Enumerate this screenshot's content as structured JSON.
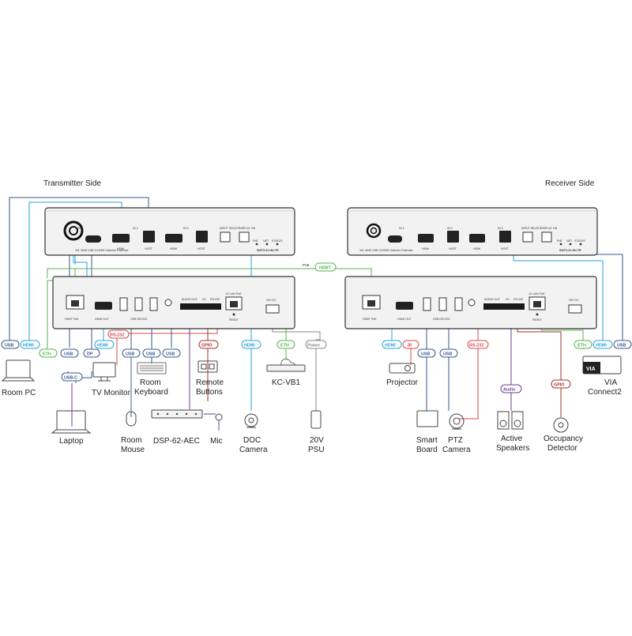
{
  "sides": {
    "transmitter": "Transmitter Side",
    "receiver": "Receiver Side"
  },
  "devices": {
    "tx_model": "SWT3-31-HU-TR",
    "rx_model": "SWT3-31-HU-TR",
    "tx_front_desc": "3x1 4K60 USB-C/HDMI Switcher Extender",
    "rx_front_desc": "3x1 4K60 USB-C/HDMI Switcher Extender",
    "in1": "IN 1",
    "in2": "IN 2",
    "in3": "IN 3",
    "hdmi": "HDMI",
    "host": "HOST",
    "input_select": "INPUT SELECT",
    "display_on": "DISPLAY ON",
    "poe": "PoE",
    "net": "NET",
    "status": "STATUS",
    "hdbt_poe": "HDBT PoE",
    "hdmi_out": "HDMI OUT",
    "usb_device": "USB DEVICE",
    "audio_out": "AUDIO OUT",
    "io": "I/O",
    "rs232": "RS-232",
    "lan": "1G LAN PoE",
    "reset": "RESET",
    "dc": "20V DC"
  },
  "link": {
    "poe": "PoE",
    "hdbt": "HDBT"
  },
  "tags": {
    "usb": "USB",
    "hdmi": "HDMI",
    "eth": "ETH",
    "dp": "DP",
    "usbc": "USB-C",
    "rs232": "RS-232",
    "gpio": "GPIO",
    "power": "Power",
    "ir": "IR",
    "audio": "Audio"
  },
  "labels": {
    "room_pc": "Room PC",
    "laptop": "Laptop",
    "tv_monitor": "TV Monitor",
    "room_keyboard_1": "Room",
    "room_keyboard_2": "Keyboard",
    "room_mouse_1": "Room",
    "room_mouse_2": "Mouse",
    "dsp": "DSP-62-AEC",
    "mic": "Mic",
    "remote_buttons_1": "Remote",
    "remote_buttons_2": "Buttons",
    "doc_camera_1": "DOC",
    "doc_camera_2": "Camera",
    "kc_vb1": "KC-VB1",
    "psu_1": "20V",
    "psu_2": "PSU",
    "projector": "Projector",
    "smart_board_1": "Smart",
    "smart_board_2": "Board",
    "ptz_camera_1": "PTZ",
    "ptz_camera_2": "Camera",
    "active_speakers_1": "Active",
    "active_speakers_2": "Speakers",
    "occupancy_1": "Occupancy",
    "occupancy_2": "Detector",
    "via_1": "VIA",
    "via_2": "Connect2",
    "via_badge": "VIA"
  },
  "colors": {
    "usb": "#3a5a8c",
    "hdmi": "#2aa3d4",
    "eth": "#57b550",
    "rs232": "#d94a4a",
    "gpio": "#a6322a",
    "power": "#8a8a8a",
    "audio": "#6b3f8f",
    "dp": "#3a5a8c",
    "ir": "#d94a4a"
  }
}
